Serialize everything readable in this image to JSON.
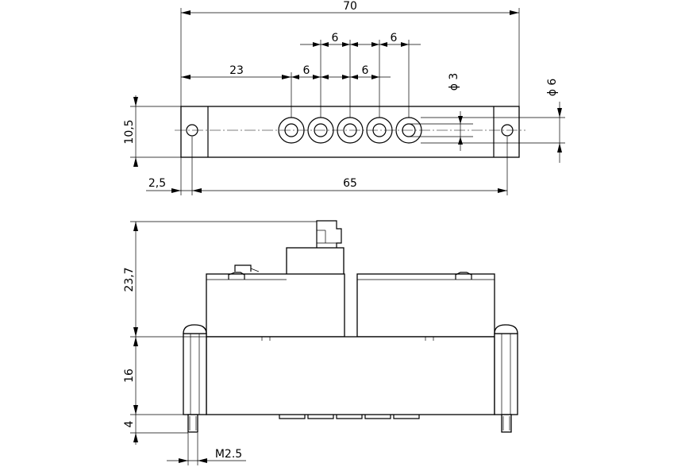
{
  "drawing": {
    "top_view": {
      "overall_width": "70",
      "pitch_upper_1": "6",
      "pitch_upper_2": "6",
      "pitch_lower_1": "6",
      "pitch_lower_2": "6",
      "first_port_offset": "23",
      "hole_diameter_small": "ϕ 3",
      "hole_diameter_large": "ϕ 6",
      "height": "10,5",
      "edge_offset": "2,5",
      "mounting_distance": "65"
    },
    "side_view": {
      "top_height": "23,7",
      "base_height": "16",
      "pin_length": "4",
      "thread": "M2.5"
    }
  }
}
